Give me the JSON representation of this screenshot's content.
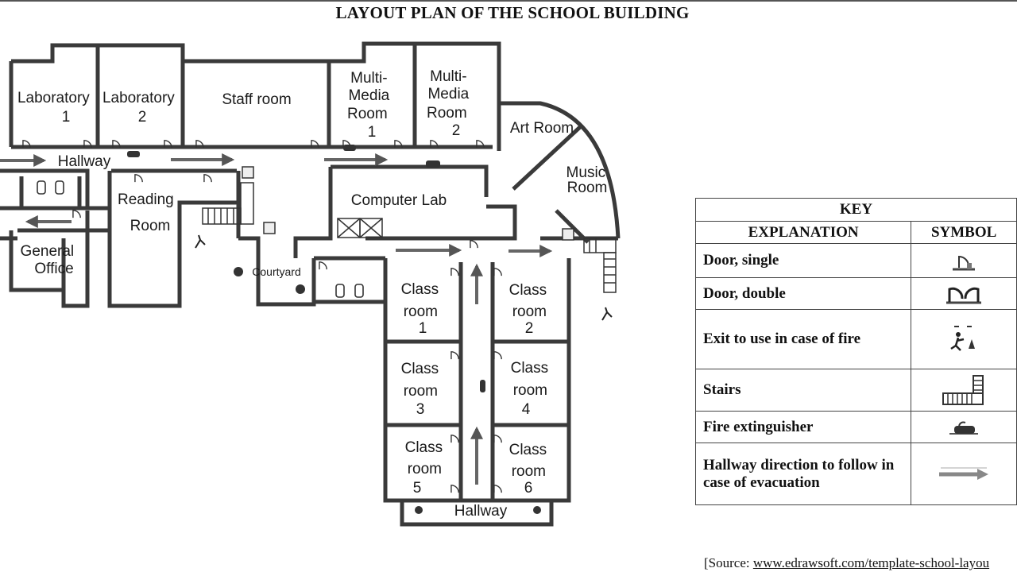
{
  "title": "LAYOUT PLAN OF THE SCHOOL BUILDING",
  "rooms": {
    "laboratory_1": [
      "Laboratory",
      "1"
    ],
    "laboratory_2": [
      "Laboratory",
      "2"
    ],
    "staff_room": "Staff room",
    "multimedia_1": [
      "Multi-",
      "Media",
      "Room",
      "1"
    ],
    "multimedia_2": [
      "Multi-",
      "Media",
      "Room",
      "2"
    ],
    "art_room": "Art Room",
    "music_room": [
      "Music",
      "Room"
    ],
    "hallway_top": "Hallway",
    "reading_room": [
      "Reading",
      "Room"
    ],
    "computer_lab": "Computer Lab",
    "general_office": [
      "General",
      "Office"
    ],
    "courtyard": "Courtyard",
    "class_1": [
      "Class",
      "room",
      "1"
    ],
    "class_2": [
      "Class",
      "room",
      "2"
    ],
    "class_3": [
      "Class",
      "room",
      "3"
    ],
    "class_4": [
      "Class",
      "room",
      "4"
    ],
    "class_5": [
      "Class",
      "room",
      "5"
    ],
    "class_6": [
      "Class",
      "room",
      "6"
    ],
    "hallway_bottom": "Hallway"
  },
  "key": {
    "heading": "KEY",
    "col_explanation": "EXPLANATION",
    "col_symbol": "SYMBOL",
    "rows": [
      {
        "label": "Door, single",
        "icon": "door-single-icon"
      },
      {
        "label": "Door, double",
        "icon": "door-double-icon"
      },
      {
        "label": "Exit to use in case of fire",
        "icon": "fire-exit-icon"
      },
      {
        "label": "Stairs",
        "icon": "stairs-icon"
      },
      {
        "label": "Fire extinguisher",
        "icon": "fire-extinguisher-icon"
      },
      {
        "label": "Hallway direction to follow in case of evacuation",
        "icon": "evacuation-arrow-icon"
      }
    ]
  },
  "source": {
    "prefix": "[Source: ",
    "url": "www.edrawsoft.com/template-school-layou"
  }
}
